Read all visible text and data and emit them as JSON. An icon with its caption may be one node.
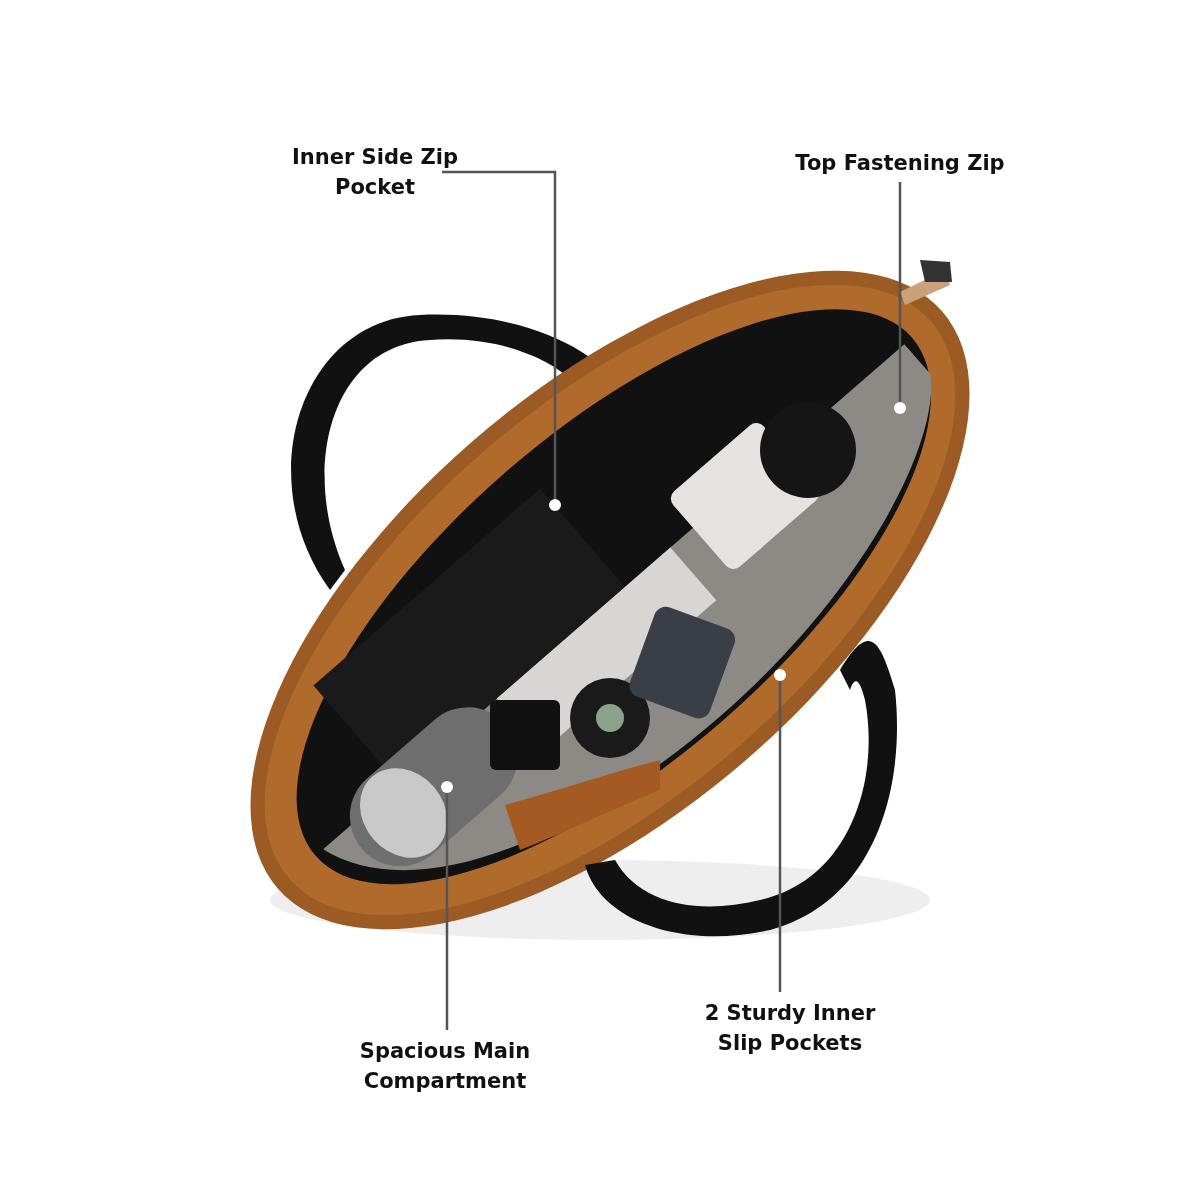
{
  "diagram": {
    "nodes": [
      {
        "text": [
          "Inner Side Zip Pocket"
        ]
      },
      {
        "text": [
          "Top Fastening Zip"
        ]
      },
      {
        "text": [
          "Spacious Main Compartment"
        ]
      },
      {
        "text": [
          "2 Sturdy Inner Slip Pockets"
        ]
      }
    ],
    "edges": [
      {
        "from": 0,
        "to": null,
        "arrow": "other"
      },
      {
        "from": 1,
        "to": null,
        "arrow": "other"
      },
      {
        "from": 2,
        "to": null,
        "arrow": "other"
      },
      {
        "from": 3,
        "to": null,
        "arrow": "other"
      }
    ]
  }
}
